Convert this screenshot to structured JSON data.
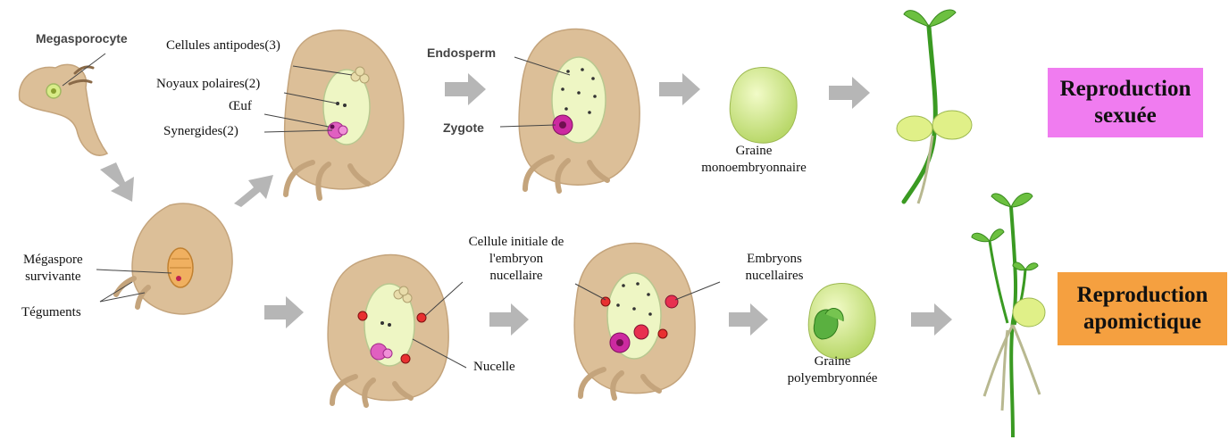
{
  "labels": {
    "megasporocyte": "Megasporocyte",
    "antipodes": "Cellules antipodes(3)",
    "polaires": "Noyaux polaires(2)",
    "oeuf": "Œuf",
    "synergides": "Synergides(2)",
    "endosperm": "Endosperm",
    "zygote": "Zygote",
    "graine_mono_1": "Graine",
    "graine_mono_2": "monoembryonnaire",
    "megaspore_1": "Mégaspore",
    "megaspore_2": "survivante",
    "teguments": "Téguments",
    "cellule_initiale_1": "Cellule initiale de",
    "cellule_initiale_2": "l'embryon",
    "cellule_initiale_3": "nucellaire",
    "embryons_1": "Embryons",
    "embryons_2": "nucellaires",
    "nucelle": "Nucelle",
    "graine_poly_1": "Graine",
    "graine_poly_2": "polyembryonnée"
  },
  "boxes": {
    "sexuee": {
      "line1": "Reproduction",
      "line2": "sexuée",
      "color": "#f07cf0"
    },
    "apomictique": {
      "line1": "Reproduction",
      "line2": "apomictique",
      "color": "#f5a040"
    }
  },
  "colors": {
    "ovule": "#dcbf98",
    "ovule_stroke": "#c4a47c",
    "sac": "#eef6c4",
    "seed": "#d8ec88",
    "zygote": "#cc2aa0",
    "arrow": "#b4b4b4",
    "stem": "#3a9a22"
  }
}
